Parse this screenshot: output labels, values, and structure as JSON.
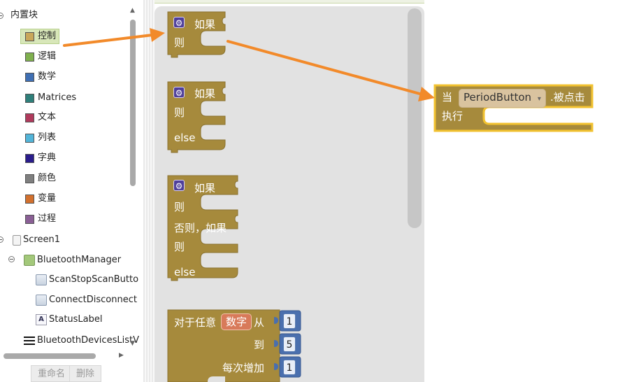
{
  "tree": {
    "builtin_label": "内置块",
    "categories": [
      {
        "label": "控制",
        "color": "#c9a75a",
        "selected": true
      },
      {
        "label": "逻辑",
        "color": "#7fb04e"
      },
      {
        "label": "数学",
        "color": "#3f6fb3"
      },
      {
        "label": "Matrices",
        "color": "#2f7f7a"
      },
      {
        "label": "文本",
        "color": "#b03a5c"
      },
      {
        "label": "列表",
        "color": "#52b4d8"
      },
      {
        "label": "字典",
        "color": "#2a1d8c"
      },
      {
        "label": "颜色",
        "color": "#7f7f7f"
      },
      {
        "label": "变量",
        "color": "#d2702d"
      },
      {
        "label": "过程",
        "color": "#8a5f95"
      }
    ],
    "screen_label": "Screen1",
    "bluetooth_manager_label": "BluetoothManager",
    "components": [
      "ScanStopScanButto",
      "ConnectDisconnect",
      "StatusLabel"
    ],
    "devices_list_label": "BluetoothDevicesListV",
    "rename_button": "重命名",
    "delete_button": "删除"
  },
  "blocks": {
    "if1": {
      "if": "如果",
      "then": "则"
    },
    "if2": {
      "if": "如果",
      "then": "则",
      "else": "else"
    },
    "if3": {
      "if": "如果",
      "then": "则",
      "elseif": "否则，如果",
      "then2": "则",
      "else": "else"
    },
    "for": {
      "label": "对于任意",
      "var": "数字",
      "from": "从",
      "to": "到",
      "step": "每次增加",
      "from_value": "1",
      "to_value": "5",
      "step_value": "1"
    },
    "event": {
      "when": "当",
      "component": "PeriodButton",
      "event": ".被点击",
      "do": "执行"
    }
  },
  "colors": {
    "control_block": "#a68a3c",
    "control_stroke": "#8a7230",
    "math_block": "#4a6fae",
    "selection_outline": "#f2c230",
    "arrow": "#f28a2a"
  }
}
